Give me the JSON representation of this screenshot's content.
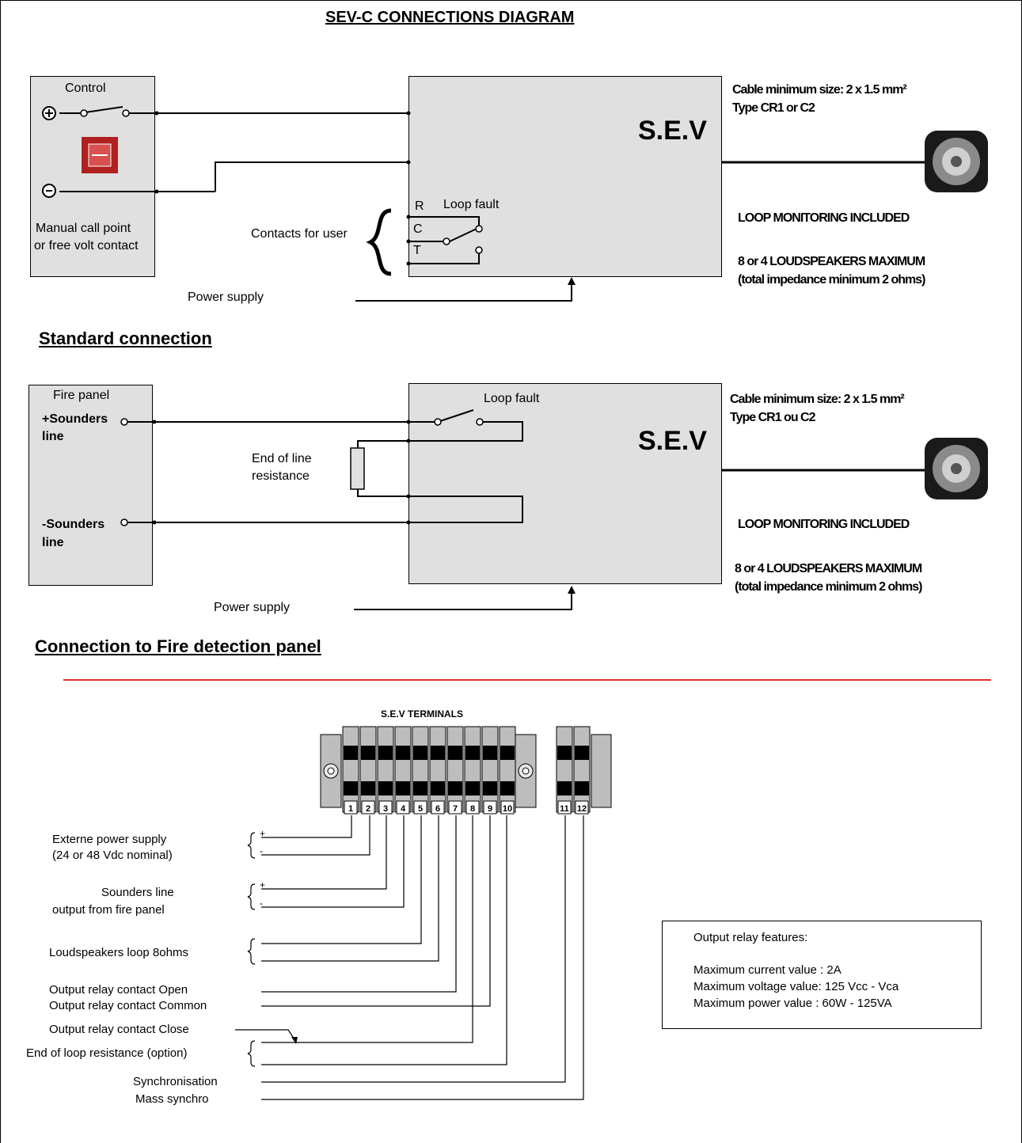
{
  "title": "SEV-C CONNECTIONS DIAGRAM",
  "standard": {
    "heading": "Standard connection",
    "control": "Control",
    "mcp_line1": "Manual call point",
    "mcp_line2": "or free volt contact",
    "sev_label": "S.E.V",
    "relay_r": "R",
    "relay_c": "C",
    "relay_t": "T",
    "loop_fault": "Loop fault",
    "contacts_for_user": "Contacts for user",
    "power_supply": "Power supply",
    "cable_line1": "Cable minimum size: 2 x 1.5 mm²",
    "cable_line2": "Type CR1 or C2",
    "loop_monitoring": "LOOP MONITORING INCLUDED",
    "speakers_line1": "8 or 4 LOUDSPEAKERS MAXIMUM",
    "speakers_line2": "(total impedance minimum 2 ohms)"
  },
  "fire_panel": {
    "heading": "Connection to Fire detection panel",
    "panel_title": "Fire panel",
    "plus_line1": "+Sounders",
    "plus_line2": "line",
    "minus_line1": "-Sounders",
    "minus_line2": "line",
    "eol_line1": "End of line",
    "eol_line2": "resistance",
    "loop_fault": "Loop fault",
    "sev_label": "S.E.V",
    "power_supply": "Power supply",
    "cable_line1": "Cable minimum size: 2 x 1.5 mm²",
    "cable_line2": "Type CR1 ou C2",
    "loop_monitoring": "LOOP MONITORING INCLUDED",
    "speakers_line1": "8 or 4 LOUDSPEAKERS MAXIMUM",
    "speakers_line2": "(total impedance minimum 2 ohms)"
  },
  "terminals": {
    "title": "S.E.V TERMINALS",
    "numbers": [
      "1",
      "2",
      "3",
      "4",
      "5",
      "6",
      "7",
      "8",
      "9",
      "10",
      "11",
      "12"
    ],
    "plus": "+",
    "minus": "-",
    "labels": {
      "ext_power_1": "Externe power supply",
      "ext_power_2": "(24 or 48 Vdc  nominal)",
      "sounders_1": "Sounders line",
      "sounders_2": "output from fire panel",
      "loudspeakers": "Loudspeakers loop 8ohms",
      "relay_open": "Output relay contact Open",
      "relay_common": "Output relay contact Common",
      "relay_close": "Output relay contact Close",
      "eol_option": "End of loop resistance (option)",
      "sync": "Synchronisation",
      "mass_sync": "Mass synchro"
    }
  },
  "relay_features": {
    "title": "Output relay features:",
    "current": "Maximum current value : 2A",
    "voltage": "Maximum voltage value: 125 Vcc - Vca",
    "power": "Maximum power value : 60W - 125VA"
  },
  "colors": {
    "separator": "#e03030",
    "box_fill": "#e0e0e0",
    "terminal_fill": "#bdbdbd"
  }
}
